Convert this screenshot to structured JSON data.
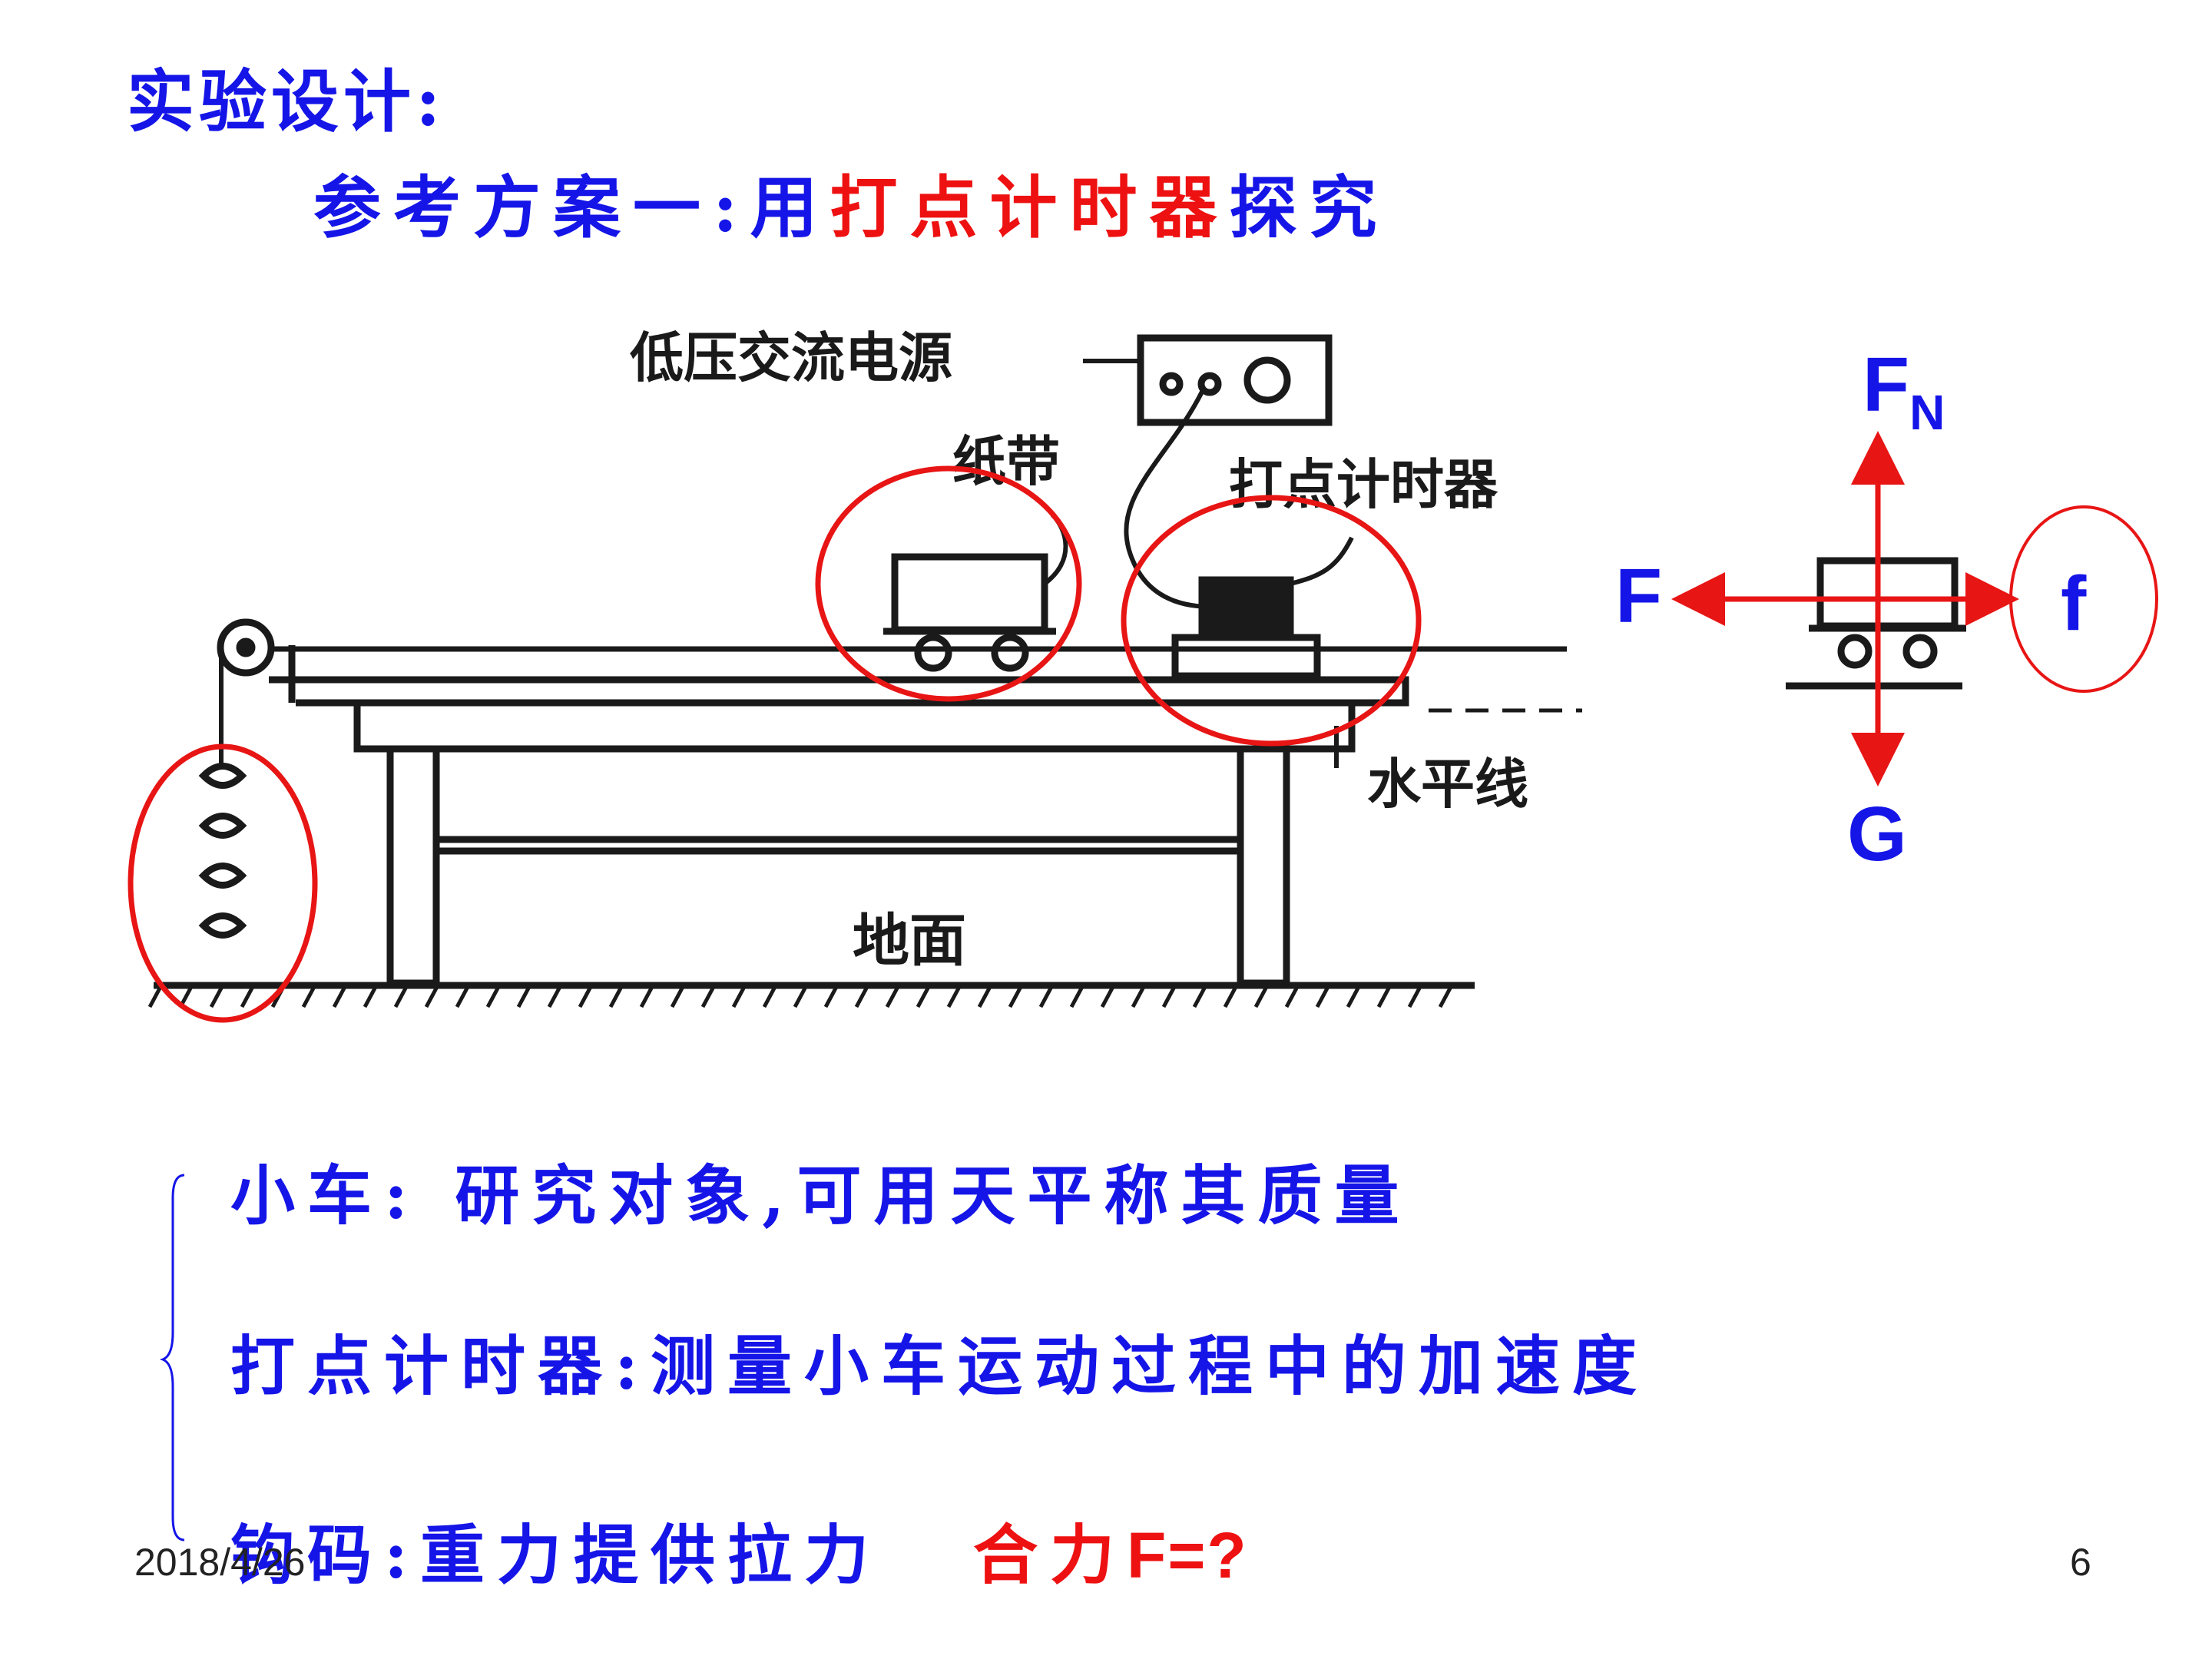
{
  "slide": {
    "title": "实验设计:",
    "subtitle_prefix": "参考方案一:用",
    "subtitle_highlight": "打点计时器",
    "subtitle_suffix": "探究",
    "date": "2018/4/26",
    "page_number": "6"
  },
  "diagram": {
    "labels": {
      "power_supply": "低压交流电源",
      "paper_tape": "纸带",
      "timer": "打点计时器",
      "horizontal_line": "水平线",
      "ground": "地面"
    },
    "highlight_color": "#e81515"
  },
  "force_diagram": {
    "normal_force_main": "F",
    "normal_force_sub": "N",
    "pull_force": "F",
    "friction": "f",
    "gravity": "G",
    "arrow_color": "#e81515",
    "label_color": "#1515e8"
  },
  "notes": {
    "cart": "小车: 研究对象,可用天平称其质量",
    "timer": "打点计时器:测量小车运动过程中的加速度",
    "weights": "钩码:重力提供拉力",
    "resultant_prefix": "合力",
    "resultant_formula": "F=?"
  },
  "colors": {
    "text": "#1515e8",
    "accent": "#ee1111"
  }
}
